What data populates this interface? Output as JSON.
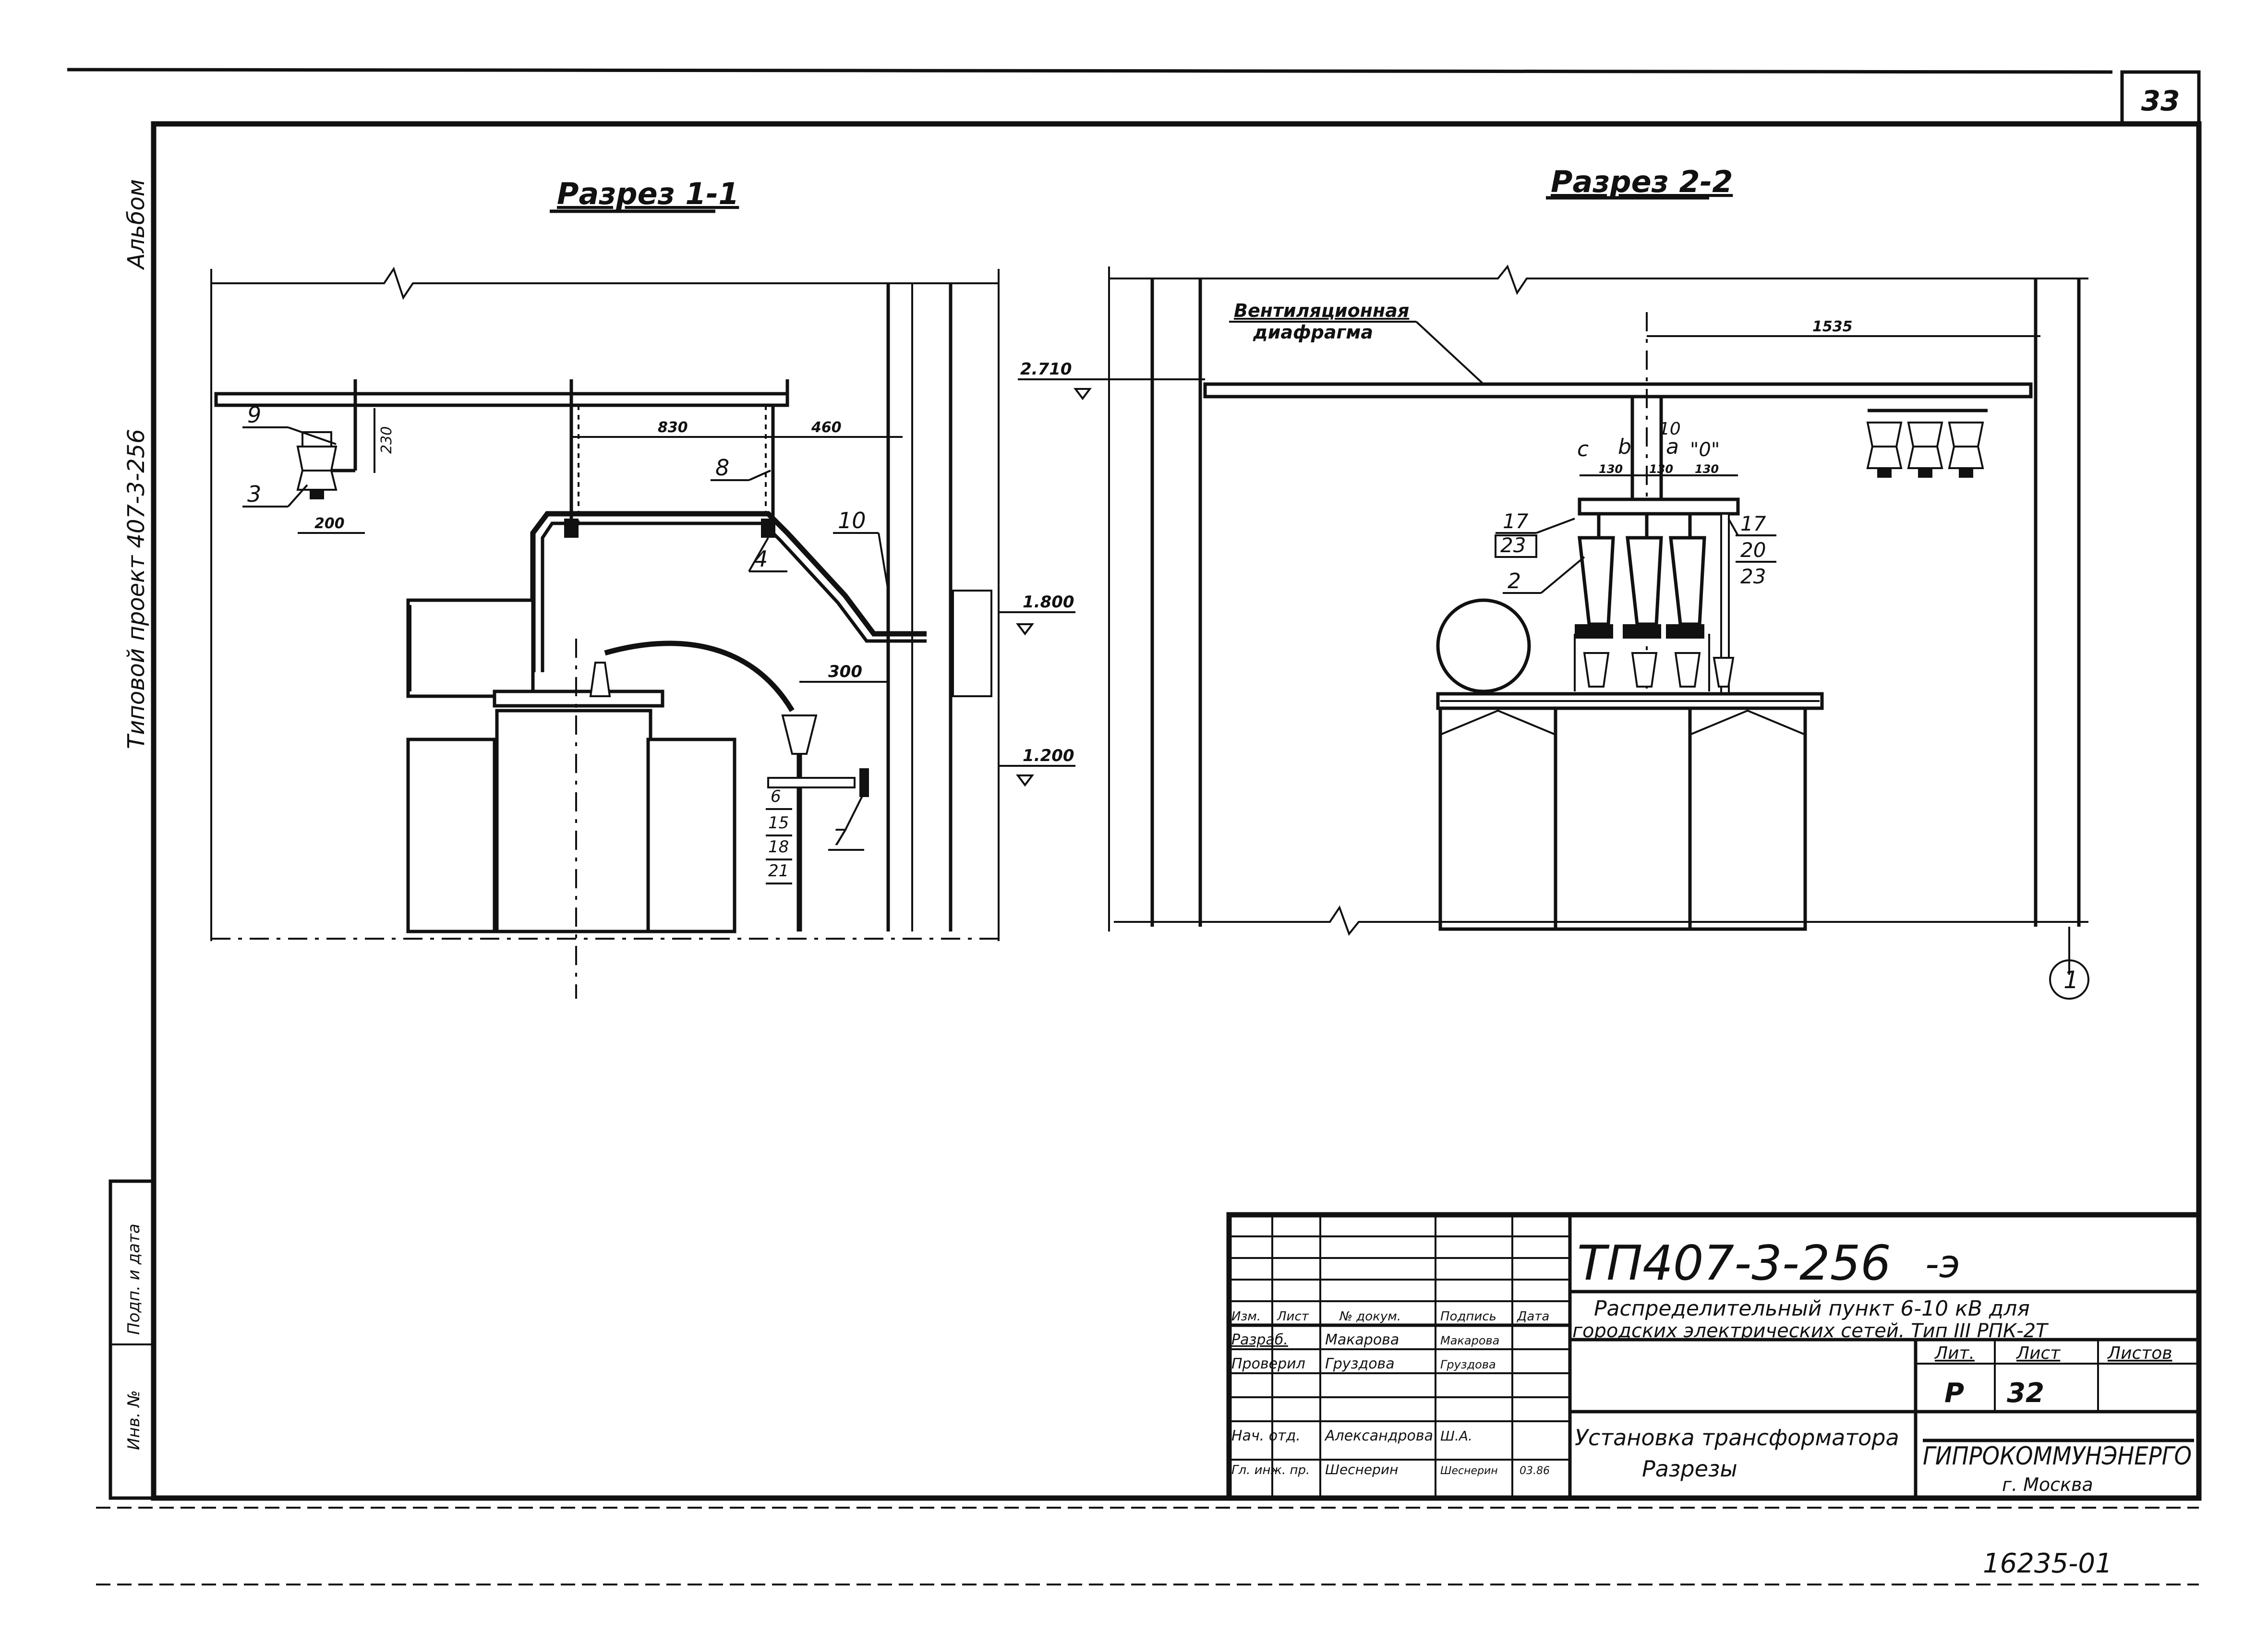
{
  "sheet_number": "33",
  "left_margin": {
    "album_label": "Альбом",
    "project_label": "Типовой проект 407-3-256",
    "stamp_label": "Подп. и дата",
    "inv_label": "Инв. №"
  },
  "section_1": {
    "title": "Разрез 1-1",
    "dims": {
      "d230": "230",
      "d200": "200",
      "d830": "830",
      "d460": "460",
      "d300": "300"
    },
    "levels": {
      "l1": "1.800",
      "l2": "1.200"
    },
    "callouts": {
      "c3": "3",
      "c9": "9",
      "c8": "8",
      "c4": "4",
      "c10": "10",
      "c7": "7",
      "c6": "6",
      "c15": "15",
      "c18": "18",
      "c21": "21"
    }
  },
  "section_2": {
    "title": "Разрез 2-2",
    "label_diaphragm_1": "Вентиляционная",
    "label_diaphragm_2": "диафрагма",
    "dims": {
      "d1535": "1535",
      "d130a": "130",
      "d130b": "130",
      "d130c": "130"
    },
    "level": "2.710",
    "phases": {
      "c": "c",
      "b": "b",
      "a": "a",
      "zero": "\"0\"",
      "n10": "10"
    },
    "callouts": {
      "c17a": "17",
      "c23a": "23",
      "c2": "2",
      "c17b": "17",
      "c20": "20",
      "c23b": "23"
    },
    "circle_ref": "1"
  },
  "title_block": {
    "doc_code": "ТП407-3-256",
    "doc_suffix": "-э",
    "desc_line1": "Распределительный пункт 6-10 кВ для",
    "desc_line2": "городских электрических сетей. Тип III РПК-2Т",
    "sheet_title_1": "Установка трансформатора",
    "sheet_title_2": "Разрезы",
    "stage_header": "Лит.",
    "sheet_header": "Лист",
    "sheets_header": "Листов",
    "stage_value": "Р",
    "sheet_value": "32",
    "organization": "ГИПРОКОММУНЭНЕРГО",
    "city": "г. Москва",
    "columns": [
      "Изм.",
      "Лист",
      "№ докум.",
      "Подпись",
      "Дата"
    ],
    "rows": [
      {
        "role": "Разраб.",
        "name": "Макарова",
        "sign": "Макарова"
      },
      {
        "role": "Проверил",
        "name": "Груздова",
        "sign": "Груздова"
      },
      {
        "role": "Нач. отд.",
        "name": "Александрова",
        "sign": "Ш.А."
      },
      {
        "role": "Гл. инж. пр.",
        "name": "Шеснерин",
        "sign": "Шеснерин",
        "date": "03.86"
      }
    ]
  },
  "footer_code": "16235-01"
}
